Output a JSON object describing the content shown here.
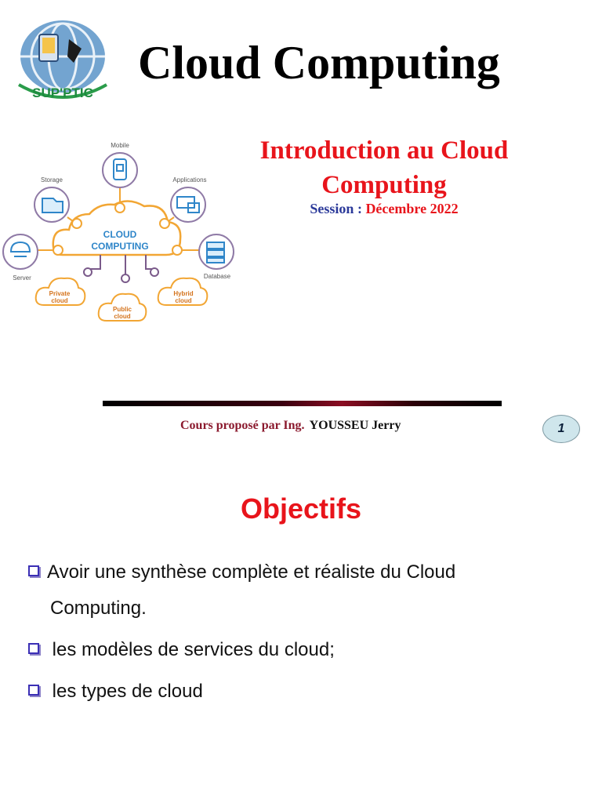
{
  "slide1": {
    "logo": {
      "text": "SUP'PTIC",
      "icon": "school-globe-logo"
    },
    "title": "Cloud Computing",
    "subtitle": "Introduction au Cloud Computing",
    "session": {
      "label": "Session :",
      "value": "Décembre  2022"
    },
    "diagram": {
      "center": [
        "CLOUD",
        "COMPUTING"
      ],
      "nodes": {
        "mobile": "Mobile",
        "storage": "Storage",
        "applications": "Applications",
        "server": "Server",
        "database": "Database"
      },
      "clouds": {
        "private": [
          "Private",
          "cloud"
        ],
        "public": [
          "Public",
          "cloud"
        ],
        "hybrid": [
          "Hybrid",
          "cloud"
        ]
      }
    },
    "author": {
      "prefix": "Cours proposé par Ing.",
      "name": "YOUSSEU   Jerry"
    },
    "page_number": "1"
  },
  "slide2": {
    "title": "Objectifs",
    "bullets": [
      {
        "line1": "Avoir une synthèse complète et réaliste du Cloud",
        "line2": "Computing."
      },
      {
        "text": "les modèles de services du cloud;"
      },
      {
        "text": "les types de cloud"
      }
    ]
  },
  "colors": {
    "accent_red": "#e8141b",
    "session_blue": "#2b3a9a",
    "diagram_orange": "#f2a634",
    "diagram_text": "#2f86c9"
  }
}
